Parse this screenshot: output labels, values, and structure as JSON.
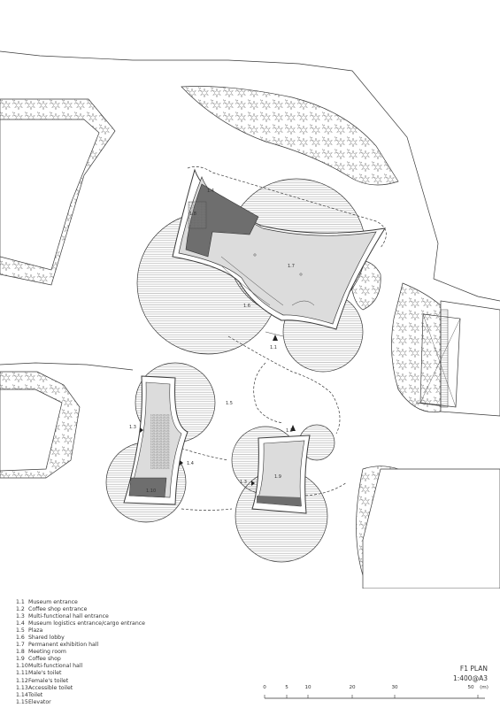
{
  "plan_labels": {
    "l_1_1": "1.1",
    "l_1_2": "1.2",
    "l_1_3": "1.3",
    "l_1_4": "1.4",
    "l_1_5": "1.5",
    "l_1_6": "1.6",
    "l_1_7": "1.7",
    "l_1_8": "1.8",
    "l_1_9": "1.9",
    "l_1_10": "1.10"
  },
  "legend": [
    {
      "num": "1.1",
      "text": "Museum entrance"
    },
    {
      "num": "1.2",
      "text": "Coffee shop entrance"
    },
    {
      "num": "1.3",
      "text": "Multi-functional hall entrance"
    },
    {
      "num": "1.4",
      "text": "Museum logistics entrance/cargo entrance"
    },
    {
      "num": "1.5",
      "text": "Plaza"
    },
    {
      "num": "1.6",
      "text": "Shared lobby"
    },
    {
      "num": "1.7",
      "text": "Permanent exhibition hall"
    },
    {
      "num": "1.8",
      "text": "Meeting room"
    },
    {
      "num": "1.9",
      "text": "Coffee shop"
    },
    {
      "num": "1.10",
      "text": "Multi-functional hall"
    },
    {
      "num": "1.11",
      "text": "Male's toilet"
    },
    {
      "num": "1.12",
      "text": "Female's toilet"
    },
    {
      "num": "1.13",
      "text": "Accessible toilet"
    },
    {
      "num": "1.14",
      "text": "Toilet"
    },
    {
      "num": "1.15",
      "text": "Elevator"
    }
  ],
  "title_block": {
    "plan_name": "F1 PLAN",
    "scale": "1:400@A3"
  },
  "scale_bar": {
    "ticks": [
      "0",
      "5",
      "10",
      "20",
      "30",
      "50"
    ],
    "unit": "(m)"
  },
  "colors": {
    "line": "#3a3a3a",
    "hatch": "#8a8a8a",
    "floor": "#dcdcdc",
    "service": "#6e6e6e",
    "tree": "#9a9a9a"
  }
}
